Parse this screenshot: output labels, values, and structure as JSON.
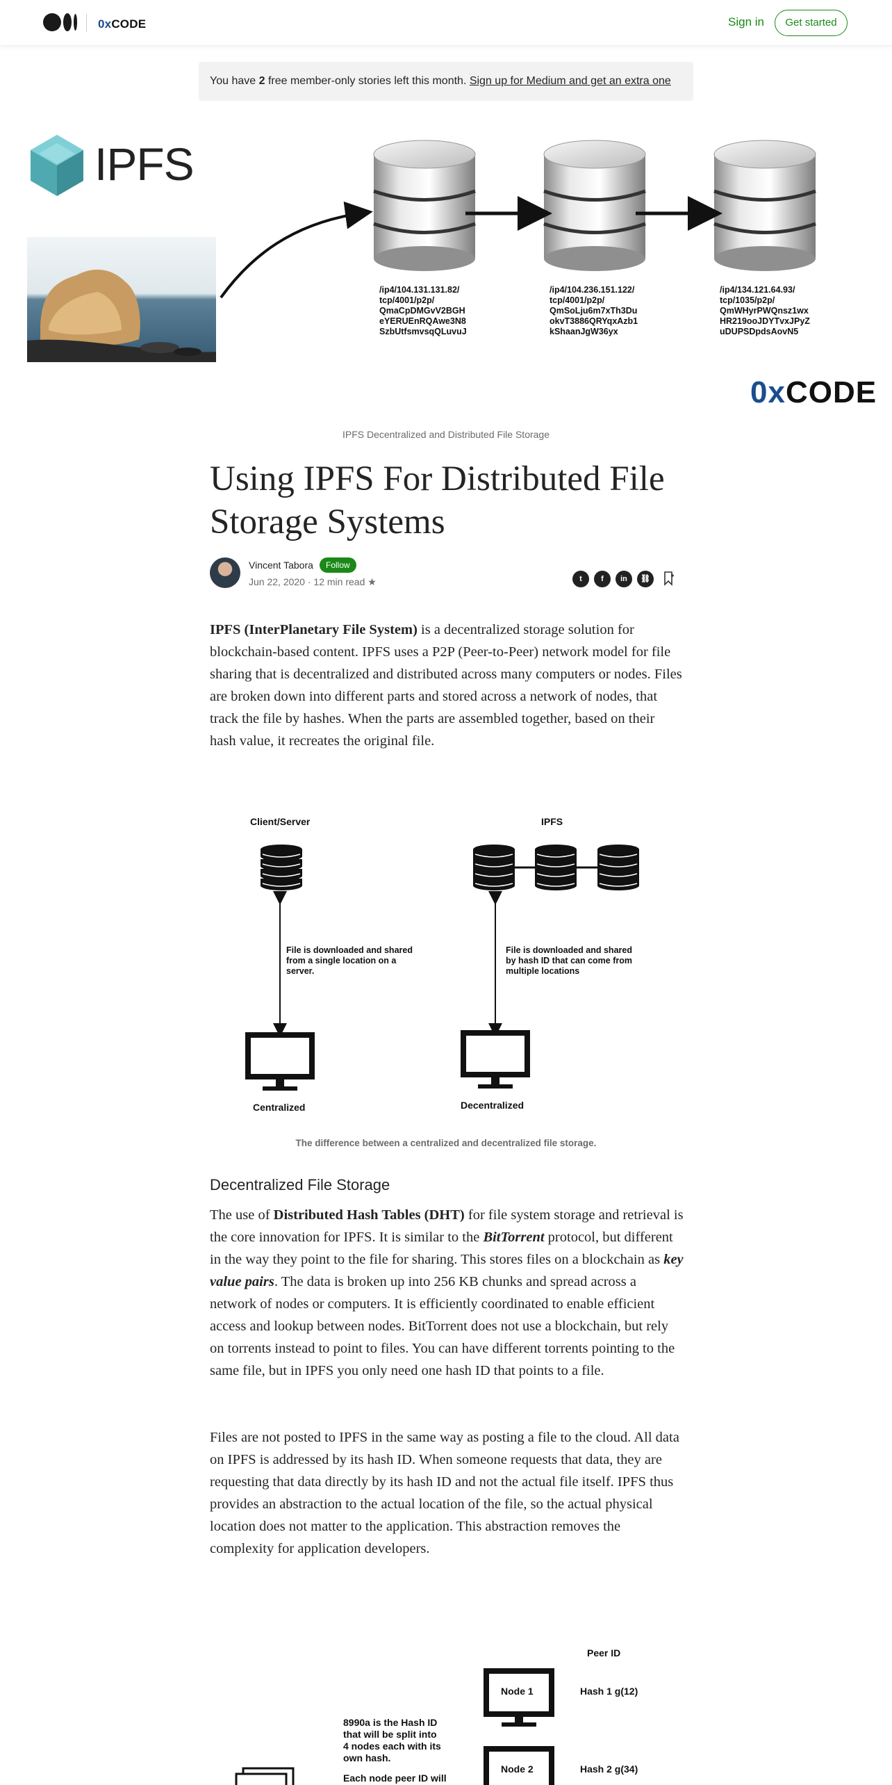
{
  "header": {
    "publication": "0xCODE",
    "publication_prefix": "0x",
    "publication_suffix": "CODE",
    "signin_label": "Sign in",
    "get_started_label": "Get started"
  },
  "banner": {
    "prefix": "You have ",
    "count": "2",
    "middle": " free member-only stories left this month. ",
    "link": "Sign up for Medium and get an extra one"
  },
  "hero": {
    "ipfs_word": "IPFS",
    "brand_prefix": "0x",
    "brand_suffix": "CODE",
    "addresses": [
      [
        "/ip4/104.131.131.82/",
        "tcp/4001/p2p/",
        "QmaCpDMGvV2BGH",
        "eYERUEnRQAwe3N8",
        "SzbUtfsmvsqQLuvuJ"
      ],
      [
        "/ip4/104.236.151.122/",
        "tcp/4001/p2p/",
        "QmSoLju6m7xTh3Du",
        "okvT3886QRYqxAzb1",
        "kShaanJgW36yx"
      ],
      [
        "/ip4/134.121.64.93/",
        "tcp/1035/p2p/",
        "QmWHyrPWQnsz1wx",
        "HR219ooJDYTvxJPyZ",
        "uDUPSDpdsAovN5"
      ]
    ],
    "caption": "IPFS Decentralized and Distributed File Storage"
  },
  "article": {
    "title": "Using IPFS For Distributed File Storage Systems",
    "author": "Vincent Tabora",
    "follow_label": "Follow",
    "date": "Jun 22, 2020",
    "read_time": "12 min read",
    "star": "★",
    "share_icons": [
      "twitter-icon",
      "facebook-icon",
      "linkedin-icon",
      "link-icon"
    ],
    "p1_bold": "IPFS (InterPlanetary File System)",
    "p1_rest": " is a decentralized storage solution for blockchain-based content. IPFS uses a P2P (Peer-to-Peer) network model for file sharing that is decentralized and distributed across many computers or nodes. Files are broken down into different parts and stored across a network of nodes, that track the file by hashes. When the parts are assembled together, based on their hash value, it recreates the original file.",
    "diagram1": {
      "left_title": "Client/Server",
      "right_title": "IPFS",
      "left_note": [
        "File is downloaded and shared",
        "from a single location on a",
        "server."
      ],
      "right_note": [
        "File is downloaded and shared",
        "by hash ID that can come from",
        "multiple locations"
      ],
      "left_label": "Centralized",
      "right_label": "Decentralized",
      "caption": "The difference between a centralized and decentralized file storage."
    },
    "h2": "Decentralized File Storage",
    "p2_a": "The use of ",
    "p2_b": "Distributed Hash Tables (DHT)",
    "p2_c": " for file system storage and retrieval is the core innovation for IPFS. It is similar to the ",
    "p2_d": "BitTorrent",
    "p2_e": " protocol, but different in the way they point to the file for sharing. This stores files on a blockchain as ",
    "p2_f": "key value pairs",
    "p2_g": ". The data is broken up into 256 KB chunks and spread across a network of nodes or computers. It is efficiently coordinated to enable efficient access and lookup between nodes. BitTorrent does not use a blockchain, but rely on torrents instead to point to files. You can have different torrents pointing to the same file, but in IPFS you only need one hash ID that points to a file.",
    "p3": "Files are not posted to IPFS in the same way as posting a file to the cloud. All data on IPFS is addressed by its hash ID. When someone requests that data, they are requesting that data directly by its hash ID and not the actual file itself. IPFS thus provides an abstraction to the actual location of the file, so the actual physical location does not matter to the application. This abstraction removes the complexity for application developers.",
    "diagram2": {
      "peer_id": "Peer ID",
      "node1": "Node 1",
      "node2": "Node 2",
      "hash1": "Hash 1 g(12)",
      "hash2": "Hash 2 g(34)",
      "note": [
        "8990a is the Hash ID",
        "that will be split into",
        "4 nodes each with its",
        "own hash."
      ],
      "note2": "Each node peer ID will"
    }
  },
  "colors": {
    "accent": "#1a8917",
    "brand_blue": "#1a4d8f",
    "ipfs_teal": "#58b9c0"
  }
}
